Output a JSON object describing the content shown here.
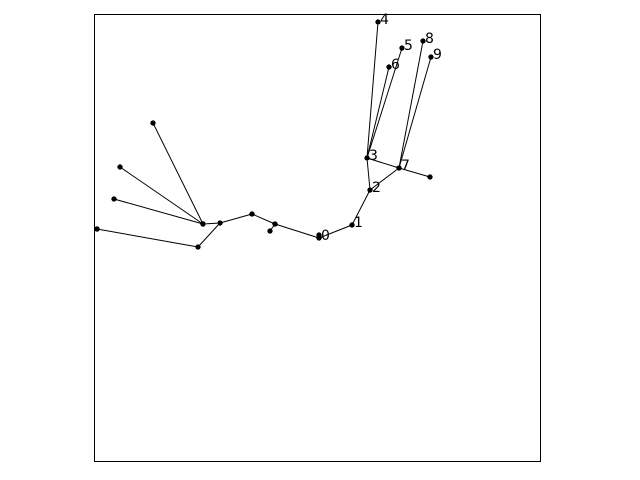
{
  "diagram": {
    "type": "node-link tree",
    "colors": {
      "line": "#000000",
      "node": "#000000",
      "background": "#ffffff"
    },
    "nodes": [
      {
        "id": "0",
        "label": "0"
      },
      {
        "id": "1",
        "label": "1"
      },
      {
        "id": "2",
        "label": "2"
      },
      {
        "id": "3",
        "label": "3"
      },
      {
        "id": "4",
        "label": "4"
      },
      {
        "id": "5",
        "label": "5"
      },
      {
        "id": "6",
        "label": "6"
      },
      {
        "id": "7",
        "label": "7"
      },
      {
        "id": "8",
        "label": "8"
      },
      {
        "id": "9",
        "label": "9"
      },
      {
        "id": "a",
        "label": ""
      },
      {
        "id": "b",
        "label": ""
      },
      {
        "id": "c",
        "label": ""
      },
      {
        "id": "d",
        "label": ""
      },
      {
        "id": "e",
        "label": ""
      },
      {
        "id": "f",
        "label": ""
      },
      {
        "id": "g",
        "label": ""
      },
      {
        "id": "h",
        "label": ""
      },
      {
        "id": "i",
        "label": ""
      },
      {
        "id": "j",
        "label": ""
      },
      {
        "id": "k",
        "label": ""
      },
      {
        "id": "l",
        "label": ""
      },
      {
        "id": "m",
        "label": ""
      },
      {
        "id": "n",
        "label": ""
      }
    ],
    "edges": [
      [
        "0",
        "1"
      ],
      [
        "1",
        "2"
      ],
      [
        "2",
        "3"
      ],
      [
        "2",
        "7"
      ],
      [
        "3",
        "4"
      ],
      [
        "3",
        "5"
      ],
      [
        "3",
        "6"
      ],
      [
        "3",
        "7"
      ],
      [
        "7",
        "8"
      ],
      [
        "7",
        "9"
      ],
      [
        "7",
        "a"
      ],
      [
        "0",
        "b"
      ],
      [
        "0",
        "c"
      ],
      [
        "c",
        "d"
      ],
      [
        "c",
        "e"
      ],
      [
        "e",
        "f"
      ],
      [
        "f",
        "g"
      ],
      [
        "f",
        "h"
      ],
      [
        "h",
        "i"
      ],
      [
        "g",
        "j"
      ],
      [
        "g",
        "k"
      ],
      [
        "g",
        "l"
      ],
      [
        "g",
        "m"
      ],
      [
        "i",
        "n"
      ]
    ]
  }
}
